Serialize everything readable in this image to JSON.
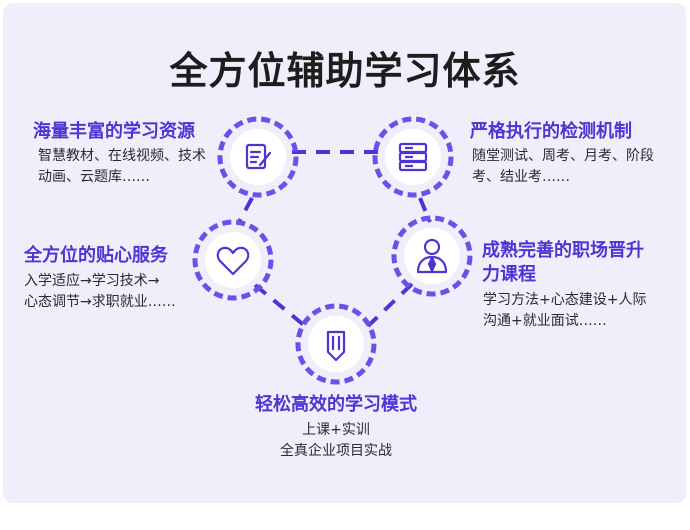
{
  "title": "全方位辅助学习体系",
  "colors": {
    "accent": "#4c35d4",
    "ring": "#6a52e8",
    "panel_bg": "#f0eefb"
  },
  "nodes": [
    {
      "id": "resources",
      "icon": "document-edit-icon",
      "heading": "海量丰富的学习资源",
      "desc": [
        "智慧教材、在线视频、技术",
        "动画、云题库……"
      ]
    },
    {
      "id": "checks",
      "icon": "server-stack-icon",
      "heading": "严格执行的检测机制",
      "desc": [
        "随堂测试、周考、月考、阶段",
        "考、结业考……"
      ]
    },
    {
      "id": "service",
      "icon": "heart-icon",
      "heading": "全方位的贴心服务",
      "desc": [
        "入学适应→学习技术→",
        "心态调节→求职就业……"
      ]
    },
    {
      "id": "career",
      "icon": "user-tie-icon",
      "heading_lines": [
        "成熟完善的职场晋升",
        "力课程"
      ],
      "desc": [
        "学习方法+心态建设+人际",
        "沟通+就业面试……"
      ]
    },
    {
      "id": "mode",
      "icon": "pencil-icon",
      "heading": "轻松高效的学习模式",
      "desc": [
        "上课+实训",
        "全真企业项目实战"
      ]
    }
  ]
}
